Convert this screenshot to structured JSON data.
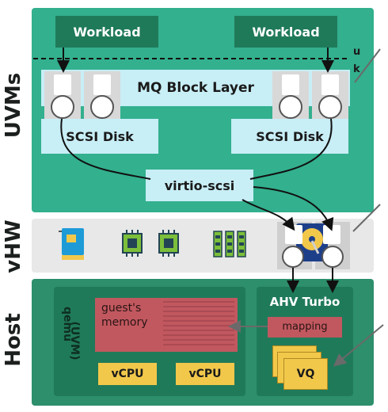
{
  "layers": {
    "uvms": "UVMs",
    "vhw": "vHW",
    "host": "Host"
  },
  "uvm": {
    "workload_left": "Workload",
    "workload_right": "Workload",
    "user_marker": "u",
    "kernel_marker": "k",
    "mq_block_layer": "MQ Block Layer",
    "scsi_disk_left": "SCSI Disk",
    "scsi_disk_right": "SCSI Disk",
    "virtio_scsi": "virtio-scsi"
  },
  "host": {
    "qemu_label": "qemu",
    "uvm_label": "(UVM)",
    "guest_memory": "guest's memory",
    "vcpu_left": "vCPU",
    "vcpu_right": "vCPU",
    "ahv_turbo": "AHV Turbo",
    "mapping": "mapping",
    "vq": "VQ"
  },
  "colors": {
    "green_band": "#33b08e",
    "dark_green": "#1f7a5a",
    "light_blue": "#c8eef6",
    "gray_band": "#e8e8e8",
    "yellow": "#f2c84b",
    "red": "#c1585f",
    "host_band": "#2d8f6b"
  },
  "icons": [
    "network-card-icon",
    "cpu-chip-icon",
    "memory-module-icon",
    "disk-drive-icon"
  ]
}
